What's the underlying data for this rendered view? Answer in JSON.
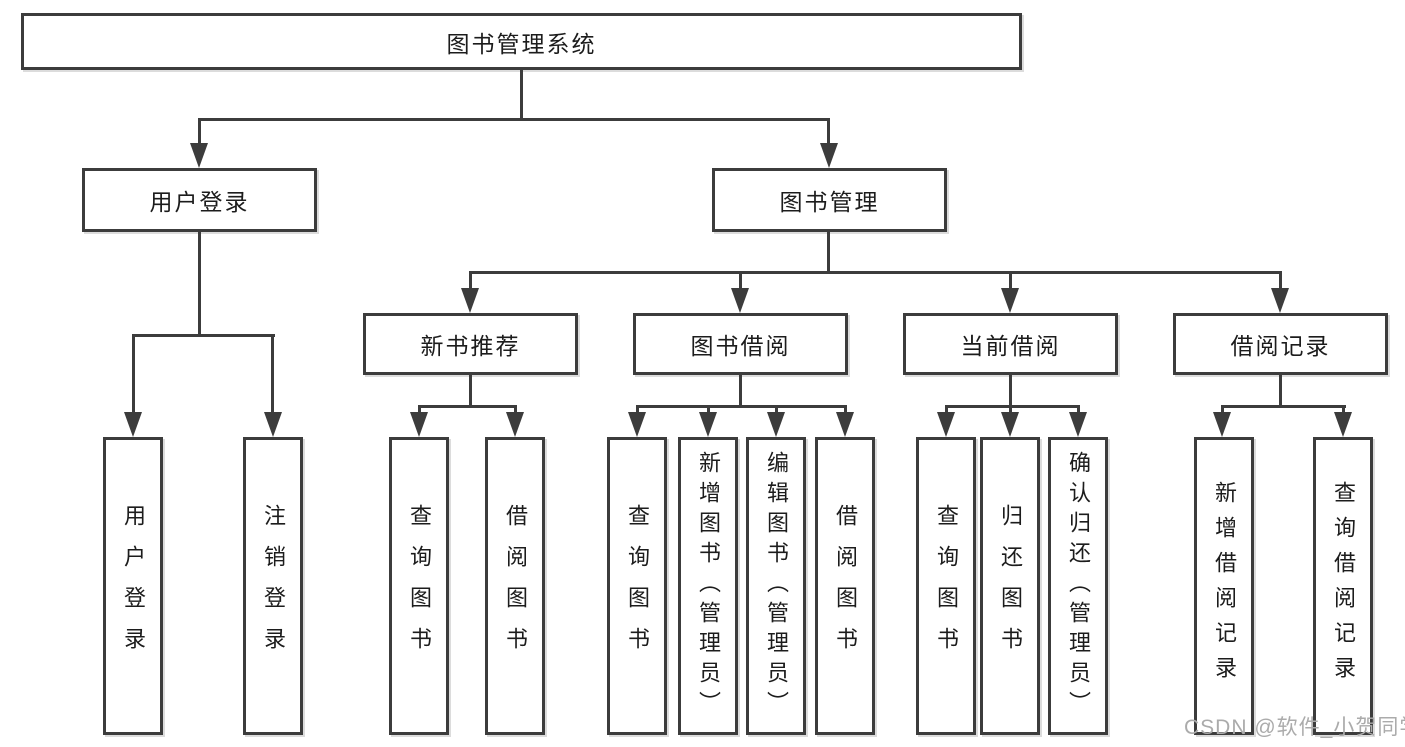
{
  "colors": {
    "line": "#3c3c3c",
    "text": "#1c1c1c",
    "watermark": "#ababab",
    "background": "#ffffff"
  },
  "watermark": {
    "text": "CSDN @软件_小贺同学"
  },
  "tree": {
    "root": "图书管理系统",
    "branches": [
      {
        "label": "用户登录",
        "children": [
          "用户登录",
          "注销登录"
        ]
      },
      {
        "label": "图书管理",
        "children": [
          {
            "label": "新书推荐",
            "children": [
              "查询图书",
              "借阅图书"
            ]
          },
          {
            "label": "图书借阅",
            "children": [
              "查询图书",
              "新增图书（管理员）",
              "编辑图书（管理员）",
              "借阅图书"
            ]
          },
          {
            "label": "当前借阅",
            "children": [
              "查询图书",
              "归还图书",
              "确认归还（管理员）"
            ]
          },
          {
            "label": "借阅记录",
            "children": [
              "新增借阅记录",
              "查询借阅记录"
            ]
          }
        ]
      }
    ]
  }
}
